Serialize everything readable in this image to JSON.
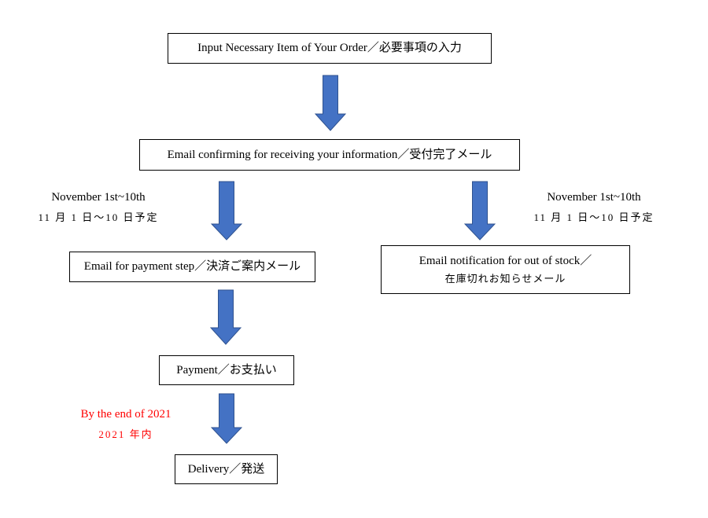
{
  "colors": {
    "arrow_fill": "#4472C4",
    "arrow_stroke": "#2F528F",
    "box_border": "#000000",
    "highlight_text": "#FF0000"
  },
  "steps": {
    "input": {
      "label": "Input Necessary Item of Your Order／必要事項の入力"
    },
    "confirm": {
      "label": "Email confirming for receiving your information／受付完了メール"
    },
    "payment_step": {
      "label": "Email for payment step／決済ご案内メール"
    },
    "out_of_stock": {
      "label_line1": "Email notification for out of stock／",
      "label_line2": "在庫切れお知らせメール"
    },
    "payment": {
      "label": "Payment／お支払い"
    },
    "delivery": {
      "label": "Delivery／発送"
    }
  },
  "notes": {
    "left_schedule": {
      "line1": "November 1st~10th",
      "line2": "11 月 1 日～10 日予定"
    },
    "right_schedule": {
      "line1": "November 1st~10th",
      "line2": "11 月 1 日～10 日予定"
    },
    "delivery_schedule": {
      "line1": "By the end of 2021",
      "line2": "2021 年内"
    }
  }
}
